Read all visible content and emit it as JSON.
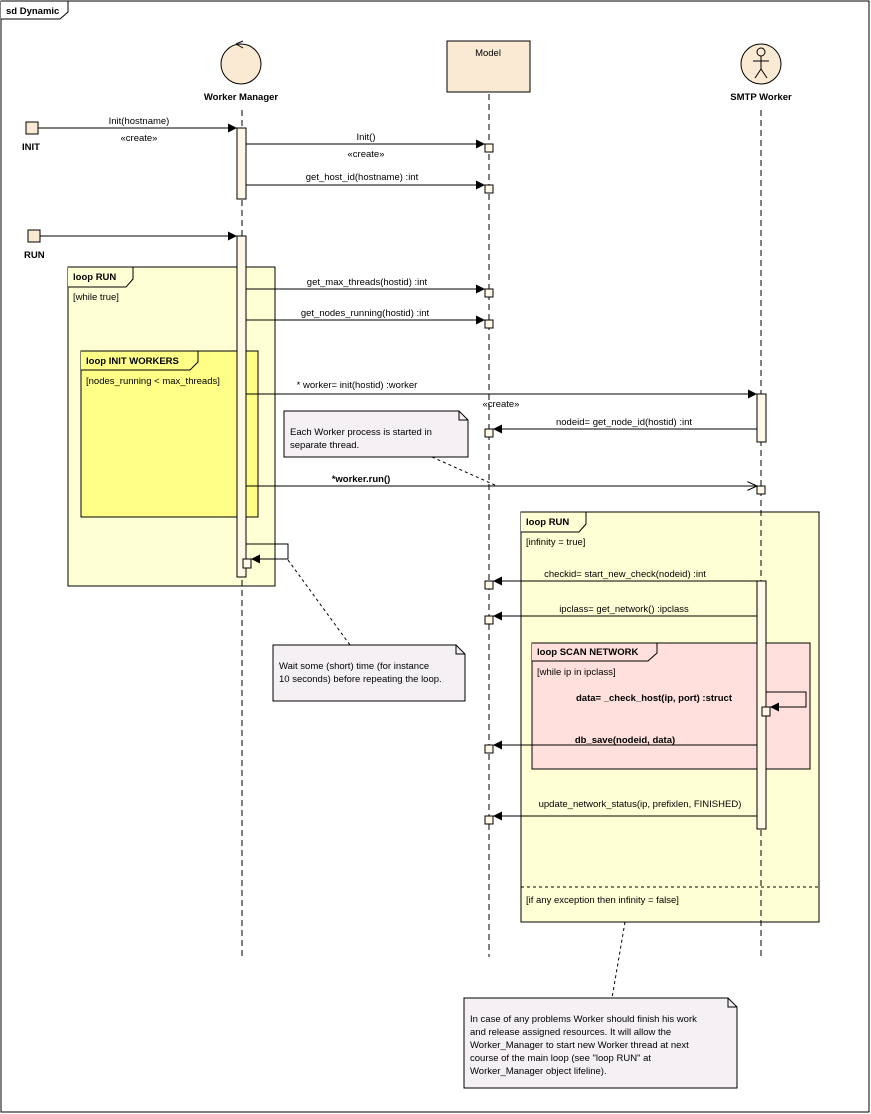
{
  "frame": {
    "title": "sd Dynamic"
  },
  "lifelines": {
    "worker_manager": "Worker Manager",
    "model": "Model",
    "smtp_worker": "SMTP Worker"
  },
  "gates": {
    "init": "INIT",
    "run": "RUN"
  },
  "messages": {
    "init_hostname": "Init(hostname)",
    "create_1": "«create»",
    "init_model": "Init()",
    "create_2": "«create»",
    "get_host_id": "get_host_id(hostname) :int",
    "get_max_threads": "get_max_threads(hostid) :int",
    "get_nodes_running": "get_nodes_running(hostid) :int",
    "worker_init": "* worker= init(hostid) :worker",
    "create_3": "«create»",
    "get_node_id": "nodeid= get_node_id(hostid) :int",
    "worker_run": "*worker.run()",
    "start_new_check": "checkid= start_new_check(nodeid) :int",
    "get_network": "ipclass= get_network() :ipclass",
    "check_host": "data= _check_host(ip, port) :struct",
    "db_save": "db_save(nodeid, data)",
    "update_status": "update_network_status(ip, prefixlen, FINISHED)"
  },
  "fragments": {
    "loop_run_1": {
      "label": "loop RUN",
      "guard": "[while true]"
    },
    "loop_init_workers": {
      "label": "loop INIT WORKERS",
      "guard": "[nodes_running < max_threads]"
    },
    "loop_run_2": {
      "label": "loop RUN",
      "guard": "[infinity = true]",
      "guard2": "[if any exception then infinity = false]"
    },
    "loop_scan": {
      "label": "loop SCAN NETWORK",
      "guard": "[while ip in ipclass]"
    }
  },
  "notes": {
    "thread_note": [
      "Each Worker process is started in",
      "separate thread."
    ],
    "wait_note": [
      "Wait some (short) time (for instance",
      "10 seconds) before repeating the loop."
    ],
    "problems_note": [
      "In case of any problems Worker should finish his work",
      "and release assigned resources. It will allow the",
      "Worker_Manager to start new Worker thread at next",
      "course of the main loop (see \"loop RUN\" at",
      "Worker_Manager object lifeline)."
    ]
  }
}
